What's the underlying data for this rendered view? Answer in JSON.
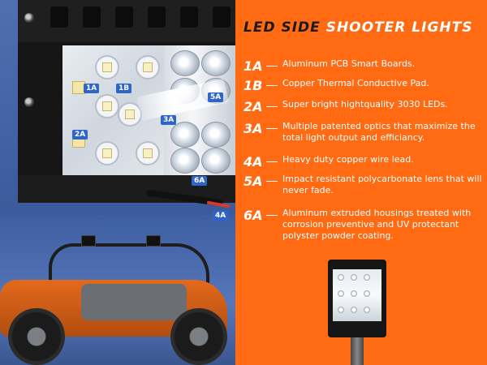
{
  "title": {
    "part1": "LED SIDE",
    "part2": "SHOOTER LIGHTS"
  },
  "callouts": [
    "1A",
    "1B",
    "2A",
    "3A",
    "5A",
    "6A",
    "4A"
  ],
  "features": [
    {
      "code": "1A",
      "text": "Aluminum PCB Smart Boards."
    },
    {
      "code": "1B",
      "text": "Copper Thermal Conductive Pad."
    },
    {
      "code": "2A",
      "text": "Super bright hightquality 3030 LEDs."
    },
    {
      "code": "3A",
      "text": "Multiple patented optics that maximize the total light output and efficiancy."
    },
    {
      "code": "4A",
      "text": "Heavy duty copper wire lead."
    },
    {
      "code": "5A",
      "text": "Impact resistant polycarbonate lens that will never fade."
    },
    {
      "code": "6A",
      "text": "Aluminum extruded housings treated with corrosion preventive and UV protectant polyster powder coating."
    }
  ],
  "colors": {
    "background": "#ff6a13",
    "callout": "#2f64c9",
    "text": "#ffffff",
    "title_dark": "#1a1a1a"
  }
}
